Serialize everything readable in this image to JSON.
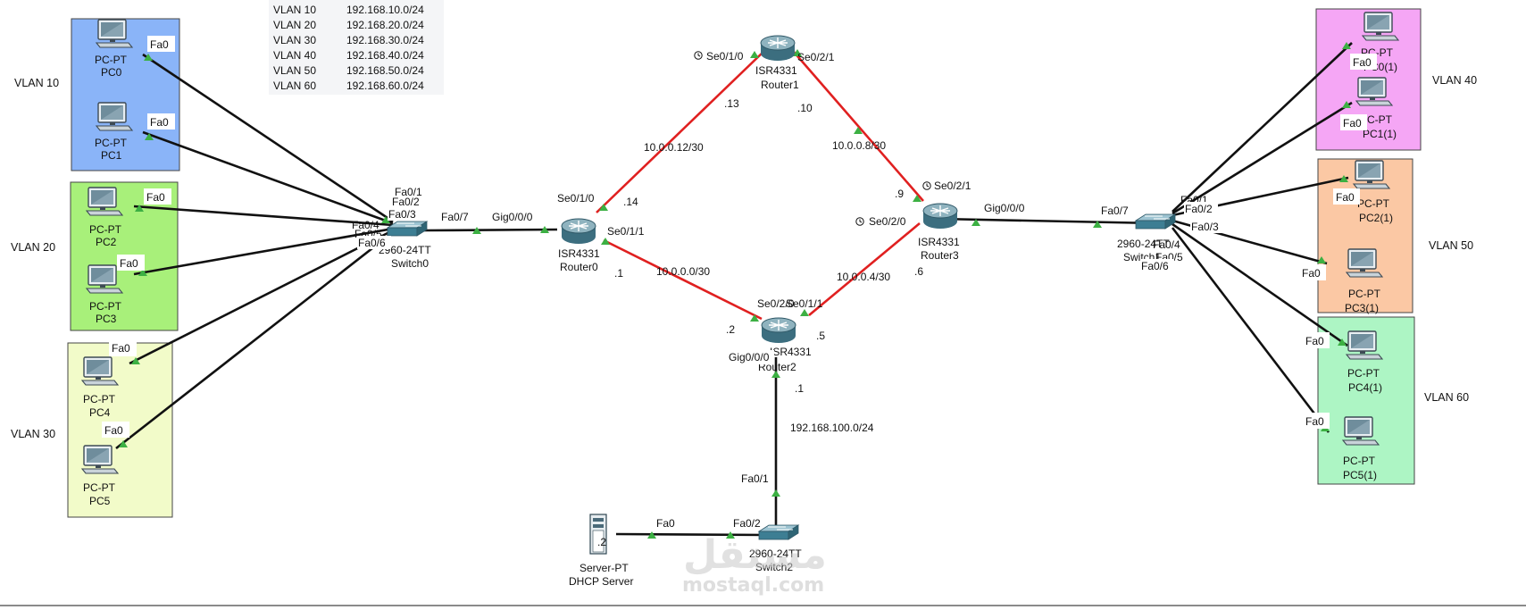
{
  "vlan_table": [
    {
      "vlan": "VLAN 10",
      "subnet": "192.168.10.0/24"
    },
    {
      "vlan": "VLAN 20",
      "subnet": "192.168.20.0/24"
    },
    {
      "vlan": "VLAN 30",
      "subnet": "192.168.30.0/24"
    },
    {
      "vlan": "VLAN 40",
      "subnet": "192.168.40.0/24"
    },
    {
      "vlan": "VLAN 50",
      "subnet": "192.168.50.0/24"
    },
    {
      "vlan": "VLAN 60",
      "subnet": "192.168.60.0/24"
    }
  ],
  "colors": {
    "vlan10": "#8ab4f8",
    "vlan20": "#a8f07a",
    "vlan30": "#f2fbc9",
    "vlan40": "#f5a6f5",
    "vlan50": "#fbc8a4",
    "vlan60": "#adf5c4",
    "serial_link": "#e02020",
    "ethernet_link": "#111111",
    "port_up": "#3cb043"
  },
  "vlan_zones": [
    {
      "label": "VLAN 10"
    },
    {
      "label": "VLAN 20"
    },
    {
      "label": "VLAN 30"
    },
    {
      "label": "VLAN 40"
    },
    {
      "label": "VLAN 50"
    },
    {
      "label": "VLAN 60"
    }
  ],
  "pcs": [
    {
      "type": "PC-PT",
      "name": "PC0",
      "port": "Fa0"
    },
    {
      "type": "PC-PT",
      "name": "PC1",
      "port": "Fa0"
    },
    {
      "type": "PC-PT",
      "name": "PC2",
      "port": "Fa0"
    },
    {
      "type": "PC-PT",
      "name": "PC3",
      "port": "Fa0"
    },
    {
      "type": "PC-PT",
      "name": "PC4",
      "port": "Fa0"
    },
    {
      "type": "PC-PT",
      "name": "PC5",
      "port": "Fa0"
    },
    {
      "type": "PC-PT",
      "name": "PC0(1)",
      "port": "Fa0"
    },
    {
      "type": "PC-PT",
      "name": "PC1(1)",
      "port": "Fa0"
    },
    {
      "type": "PC-PT",
      "name": "PC2(1)",
      "port": "Fa0"
    },
    {
      "type": "PC-PT",
      "name": "PC3(1)",
      "port": "Fa0"
    },
    {
      "type": "PC-PT",
      "name": "PC4(1)",
      "port": "Fa0"
    },
    {
      "type": "PC-PT",
      "name": "PC5(1)",
      "port": "Fa0"
    }
  ],
  "switches": {
    "switch0": {
      "model": "2960-24TT",
      "name": "Switch0",
      "uplink_port": "Fa0/7",
      "ports": [
        "Fa0/1",
        "Fa0/2",
        "Fa0/3",
        "Fa0/4",
        "Fa0/5",
        "Fa0/6"
      ]
    },
    "switch1": {
      "model": "2960-24TT",
      "name": "Switch1",
      "uplink_port": "Fa0/7",
      "ports": [
        "Fa0/1",
        "Fa0/2",
        "Fa0/3",
        "Fa0/4",
        "Fa0/5",
        "Fa0/6"
      ]
    },
    "switch2": {
      "model": "2960-24TT",
      "name": "Switch2",
      "uplink_port": "Fa0/1",
      "server_port": "Fa0/2"
    }
  },
  "routers": {
    "router0": {
      "model": "ISR4331",
      "name": "Router0",
      "gig": "Gig0/0/0",
      "se_top": "Se0/1/0",
      "se_bottom": "Se0/1/1"
    },
    "router1": {
      "model": "ISR4331",
      "name": "Router1",
      "se_left": "Se0/1/0",
      "se_right": "Se0/2/1"
    },
    "router2": {
      "model": "ISR4331",
      "name": "Router2",
      "se_left": "Se0/2/0",
      "se_right": "Se0/1/1",
      "gig": "Gig0/0/0"
    },
    "router3": {
      "model": "ISR4331",
      "name": "Router3",
      "se_top": "Se0/2/1",
      "se_left": "Se0/2/0",
      "gig": "Gig0/0/0"
    }
  },
  "server": {
    "type": "Server-PT",
    "name": "DHCP Server",
    "port": "Fa0",
    "ip_suffix": ".2"
  },
  "networks": {
    "r0_r1": {
      "subnet": "10.0.0.12/30",
      "r1_end": ".13",
      "r0_end": ".14"
    },
    "r1_r3": {
      "subnet": "10.0.0.8/30",
      "r1_end": ".10",
      "r3_end": ".9"
    },
    "r0_r2": {
      "subnet": "10.0.0.0/30",
      "r0_end": ".1",
      "r2_end": ".2"
    },
    "r2_r3": {
      "subnet": "10.0.0.4/30",
      "r2_end": ".5",
      "r3_end": ".6"
    },
    "lan_server": {
      "subnet": "192.168.100.0/24",
      "gateway_suffix": ".1"
    }
  },
  "watermark": {
    "text": "مستقل",
    "url": "mostaql.com"
  }
}
